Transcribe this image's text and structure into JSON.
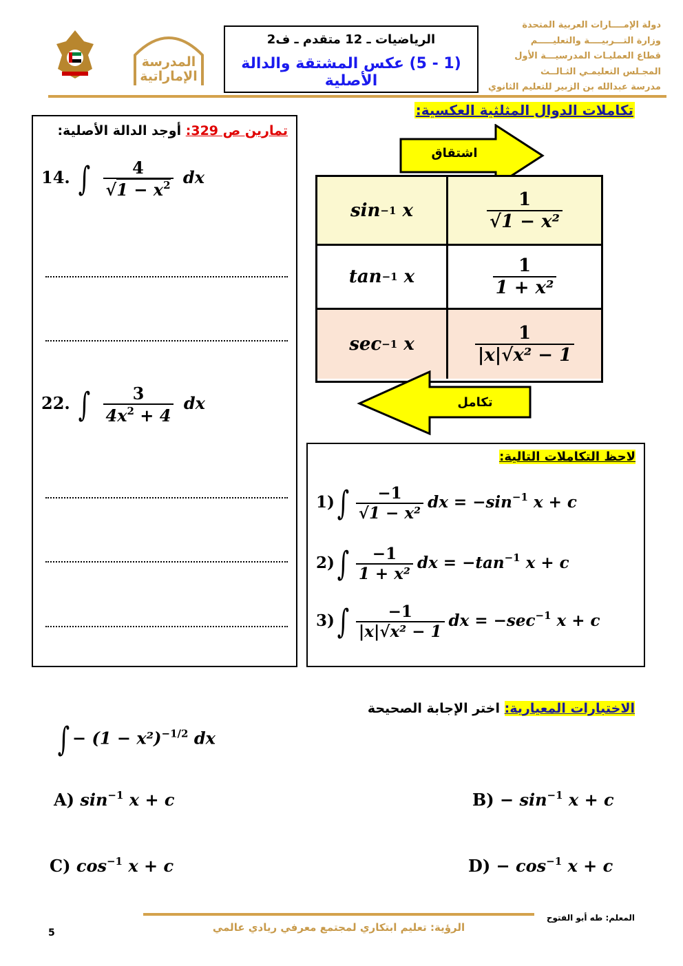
{
  "header": {
    "school_logo_text": "المدرسة الإماراتية",
    "emblem": "uae-emblem",
    "subject_line": "الرياضيات ـ 12 متقدم ـ ف2",
    "lesson_title": "(1 - 5) عكس المشتقة والدالة الأصلية",
    "ministry_lines": [
      "دولة الإمــــارات العربية المتحدة",
      "وزارة التـــربيــــة والتعليـــــم",
      "قطاع العمليـات المدرسيـــة الأول",
      "المجـلس التعليمـي الثـالــث",
      "مدرسة عبدالله بن الزبير للتعليم الثانوي"
    ]
  },
  "section_title": "تكاملات الدوال المثلثية العكسية:",
  "arrows": {
    "derivative": "اشتقاق",
    "integral": "تكامل"
  },
  "table": [
    {
      "func": "sin",
      "exp": "−1",
      "var": "x",
      "num": "1",
      "den": "√1 − x²"
    },
    {
      "func": "tan",
      "exp": "−1",
      "var": "x",
      "num": "1",
      "den": "1 + x²"
    },
    {
      "func": "sec",
      "exp": "−1",
      "var": "x",
      "num": "1",
      "den": "|x|√x² − 1"
    }
  ],
  "exercises": {
    "label": "تمارين ص 329:",
    "instruction": "أوجد الدالة الأصلية:",
    "items": [
      {
        "number": "14.",
        "num": "4",
        "den": "1 − x",
        "den_exp": "2",
        "dx": "dx"
      },
      {
        "number": "22.",
        "num": "3",
        "den_a": "4x",
        "den_exp": "2",
        "den_b": " + 4",
        "dx": "dx"
      }
    ]
  },
  "notes": {
    "title": "لاحظ التكاملات التالية:",
    "items": [
      {
        "number": "1)",
        "num": "−1",
        "den": "1 − x²",
        "rhs": "dx = −sin",
        "exp": "−1",
        "tail": "x + c"
      },
      {
        "number": "2)",
        "num": "−1",
        "den": "1 + x²",
        "rhs": "dx = −tan",
        "exp": "−1",
        "tail": "x + c"
      },
      {
        "number": "3)",
        "num": "−1",
        "den": "x² − 1",
        "rhs": "dx = −sec",
        "exp": "−1",
        "tail": "x + c"
      }
    ]
  },
  "mcq": {
    "title": "الاختبارات المعيارية:",
    "instruction": "اختر الإجابة الصحيحة",
    "question": {
      "base": "− (1 − x²)",
      "exp": "−1/2",
      "dx": "dx"
    },
    "options": [
      {
        "label": "A)",
        "text": "sin",
        "exp": "−1",
        "tail": "x + c"
      },
      {
        "label": "B)",
        "text": "− sin",
        "exp": "−1",
        "tail": "x + c"
      },
      {
        "label": "C)",
        "text": "cos",
        "exp": "−1",
        "tail": "x + c"
      },
      {
        "label": "D)",
        "text": "− cos",
        "exp": "−1",
        "tail": "x + c"
      }
    ]
  },
  "footer": {
    "teacher": "المعلم: طه أبو الفتوح",
    "vision": "الرؤية: تعليم ابتكاري لمجتمع معرفي ريادي عالمي",
    "page_number": "5"
  },
  "colors": {
    "gold": "#d4a24c",
    "yellow": "#ffff00",
    "cream": "#fbf8d0",
    "peach": "#fbe4d5",
    "blue": "#1a1aee",
    "red": "#e00000"
  }
}
